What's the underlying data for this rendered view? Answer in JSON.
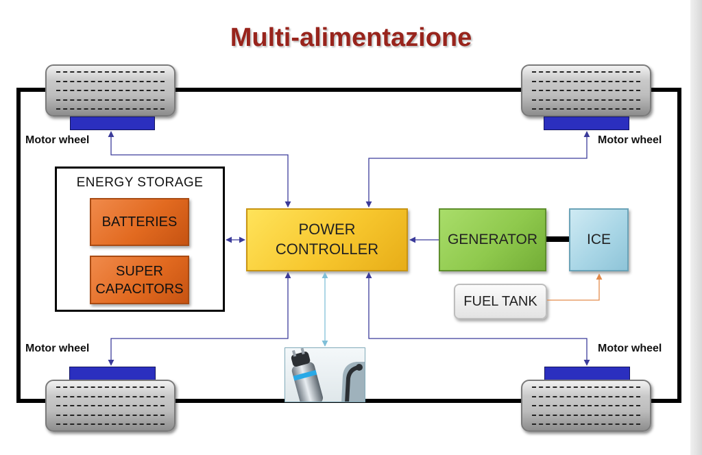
{
  "title": "Multi-alimentazione",
  "energy_storage": {
    "title": "ENERGY STORAGE",
    "batteries": "BATTERIES",
    "supercap_line1": "SUPER",
    "supercap_line2": "CAPACITORS"
  },
  "power_controller": {
    "line1": "POWER",
    "line2": "CONTROLLER"
  },
  "generator": "GENERATOR",
  "ice": "ICE",
  "fuel_tank": "FUEL TANK",
  "wheels": {
    "front_left": "Motor wheel",
    "front_right": "Motor wheel",
    "rear_left": "Motor wheel",
    "rear_right": "Motor wheel"
  },
  "colors": {
    "title": "#98241c",
    "arrow_main": "#3b3b9a",
    "arrow_charge": "#7fbfd8",
    "arrow_fuel": "#e38a4a",
    "motor": "#2b2fbf"
  }
}
